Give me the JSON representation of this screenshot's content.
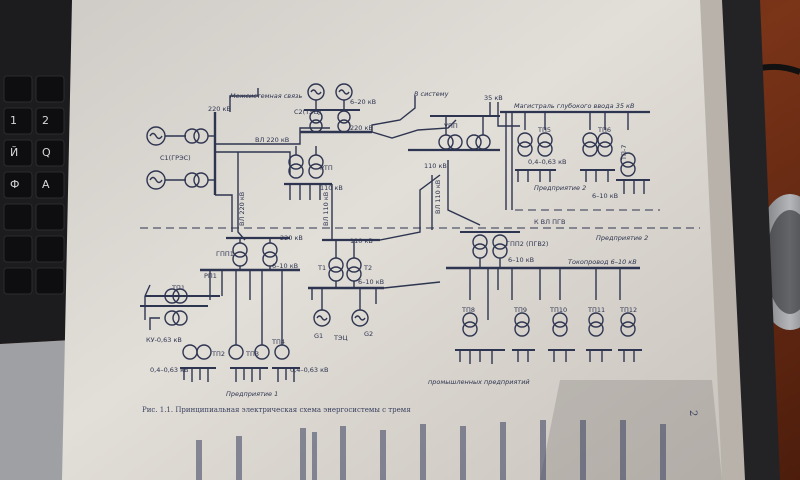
{
  "photo": {
    "subject": "photographed book page with electrical power system schematic, next to laptop keyboard and mouse",
    "colors": {
      "table": "#6b2d14",
      "paper": "#dcd8d2",
      "ink": "#2e3550",
      "keyboard": "#1c1c1e"
    }
  },
  "keyboard": {
    "keys": [
      "1",
      "Q",
      "A",
      "2",
      "Й",
      "Ф"
    ]
  },
  "schematic": {
    "labels": {
      "intersystem": "Межсистемная связь",
      "to_system": "В систему",
      "v220_a": "220 кВ",
      "v220_b": "220 кВ",
      "v220_c": "220 кВ",
      "tec": "С2(ТЭЦ)",
      "v6_20": "6–20 кВ",
      "vl220": "ВЛ 220 кВ",
      "grs": "С1(ГРЭС)",
      "rtp": "РТП",
      "v110_a": "110 кВ",
      "v110_b": "110 кВ",
      "v110_c": "110 кВ",
      "vl110_a": "ВЛ 110 кВ",
      "vl110_b": "ВЛ 110 кВ",
      "vl220_side": "ВЛ 220 кВ",
      "v35": "35 кВ",
      "magistral": "Магистраль глубокого ввода 35 кВ",
      "upp": "УПП",
      "tp5": "ТП5",
      "tp6": "ТП6",
      "tp7": "ТП-7",
      "v063_a": "0,4–0,63 кВ",
      "ent2_a": "Предприятие 2",
      "v6_10_a": "6–10 кВ",
      "vlgpp": "К ВЛ ПГВ",
      "ent2_b": "Предприятие 2",
      "gpp1": "ГПП1",
      "rp1": "РП1",
      "v6_10_b": "6–10 кВ",
      "t1": "Т1",
      "t2": "Т2",
      "v6_10_c": "6–10 кВ",
      "gpp2": "ГПП2 (ПГВ2)",
      "v6_10_d": "6–10 кВ",
      "tokoprovod": "Токопровод 6–10 кВ",
      "tp1": "ТП1",
      "ku": "КУ-0,63 кВ",
      "g1": "G1",
      "g2": "G2",
      "tec2": "ТЭЦ",
      "tp2": "ТП2",
      "tp3": "ТП3",
      "tp4": "ТП4",
      "v063_b": "0,4–0,63 кВ",
      "v063_c": "0,4–0,63 кВ",
      "ent1": "Предприятие 1",
      "tp8": "ТП8",
      "tp9": "ТП9",
      "tp10": "ТП10",
      "tp11": "ТП11",
      "tp12": "ТП12",
      "ent_list": "промышленных предприятий"
    },
    "caption": "Рис. 1.1. Принципиальная электрическая схема энергосистемы с тремя",
    "page_number": "2"
  }
}
